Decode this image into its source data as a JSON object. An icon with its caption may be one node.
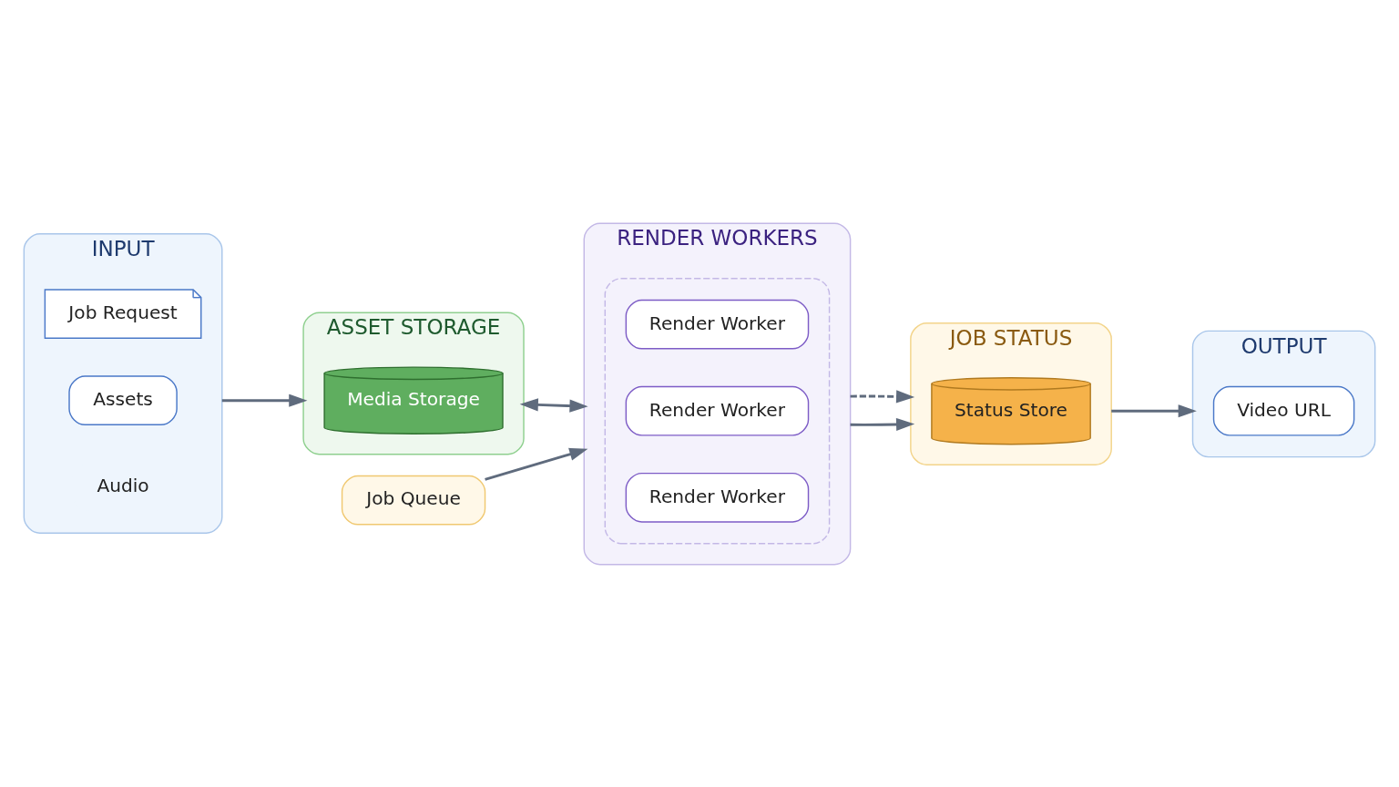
{
  "diagram": {
    "nodes": [
      {
        "text": [
          "INPUT"
        ]
      },
      {
        "text": [
          "Job Request"
        ],
        "in": 0
      },
      {
        "text": [
          "Assets"
        ],
        "in": 0
      },
      {
        "text": [
          "Audio"
        ],
        "in": 0
      },
      {
        "text": [
          "ASSET STORAGE"
        ]
      },
      {
        "text": [
          "Media Storage"
        ],
        "in": 4
      },
      {
        "text": [
          "RENDER WORKERS"
        ]
      },
      {
        "text": [],
        "shape": "box",
        "in": 6
      },
      {
        "text": [
          "Render Worker"
        ],
        "in": 7
      },
      {
        "text": [
          "Render Worker"
        ],
        "in": 7
      },
      {
        "text": [
          "Render Worker"
        ],
        "in": 7
      },
      {
        "text": [
          "JOB STATUS"
        ]
      },
      {
        "text": [
          "Status Store"
        ],
        "in": 11
      },
      {
        "text": [
          "OUTPUT"
        ]
      },
      {
        "text": [
          "Video URL"
        ],
        "in": 13
      },
      {
        "text": [
          "Job Queue"
        ]
      }
    ],
    "edges": [
      {
        "from": 0,
        "to": 4,
        "arrow": "to"
      },
      {
        "from": 4,
        "to": 6,
        "arrow": "both"
      },
      {
        "from": 6,
        "to": 11,
        "arrow": "to"
      },
      {
        "from": 11,
        "to": 13,
        "arrow": "to"
      },
      {
        "from": 15,
        "to": 6,
        "arrow": "to"
      },
      {
        "from": 6,
        "to": 11,
        "arrow": "to",
        "style": "dashed"
      }
    ]
  }
}
